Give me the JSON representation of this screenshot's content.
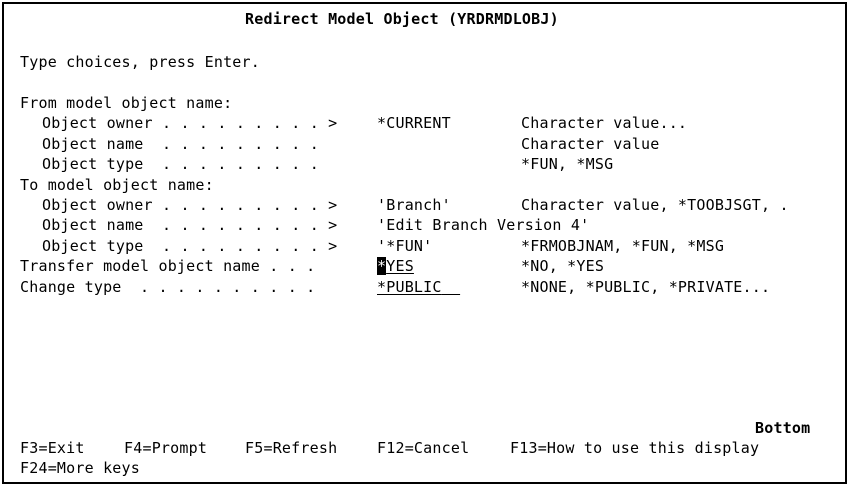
{
  "screen": {
    "title": "Redirect Model Object (YRDRMDLOBJ)",
    "instruction": "Type choices, press Enter."
  },
  "sections": {
    "from_header": "From model object name:",
    "to_header": "To model object name:"
  },
  "fields": {
    "from_owner": {
      "label": "Object owner . . . . . . . . . >",
      "value": "*CURRENT",
      "help": "Character value..."
    },
    "from_name": {
      "label": "Object name  . . . . . . . . .",
      "value": "",
      "help": "Character value"
    },
    "from_type": {
      "label": "Object type  . . . . . . . . .",
      "value": "",
      "help": "*FUN, *MSG"
    },
    "to_owner": {
      "label": "Object owner . . . . . . . . . >",
      "value": "'Branch'",
      "help": "Character value, *TOOBJSGT, ."
    },
    "to_name": {
      "label": "Object name  . . . . . . . . . >",
      "value": "'Edit Branch Version 4'",
      "help": ""
    },
    "to_type": {
      "label": "Object type  . . . . . . . . . >",
      "value": "'*FUN'",
      "help": "*FRMOBJNAM, *FUN, *MSG"
    },
    "transfer": {
      "label": "Transfer model object name . . .",
      "cursor_char": "*",
      "value_rest": "YES",
      "help": "*NO, *YES"
    },
    "change_type": {
      "label": "Change type  . . . . . . . . . .",
      "value": "*PUBLIC",
      "help": "*NONE, *PUBLIC, *PRIVATE..."
    }
  },
  "status": {
    "more": "Bottom"
  },
  "function_keys": {
    "f3": "F3=Exit",
    "f4": "F4=Prompt",
    "f5": "F5=Refresh",
    "f12": "F12=Cancel",
    "f13": "F13=How to use this display",
    "f24": "F24=More keys"
  }
}
